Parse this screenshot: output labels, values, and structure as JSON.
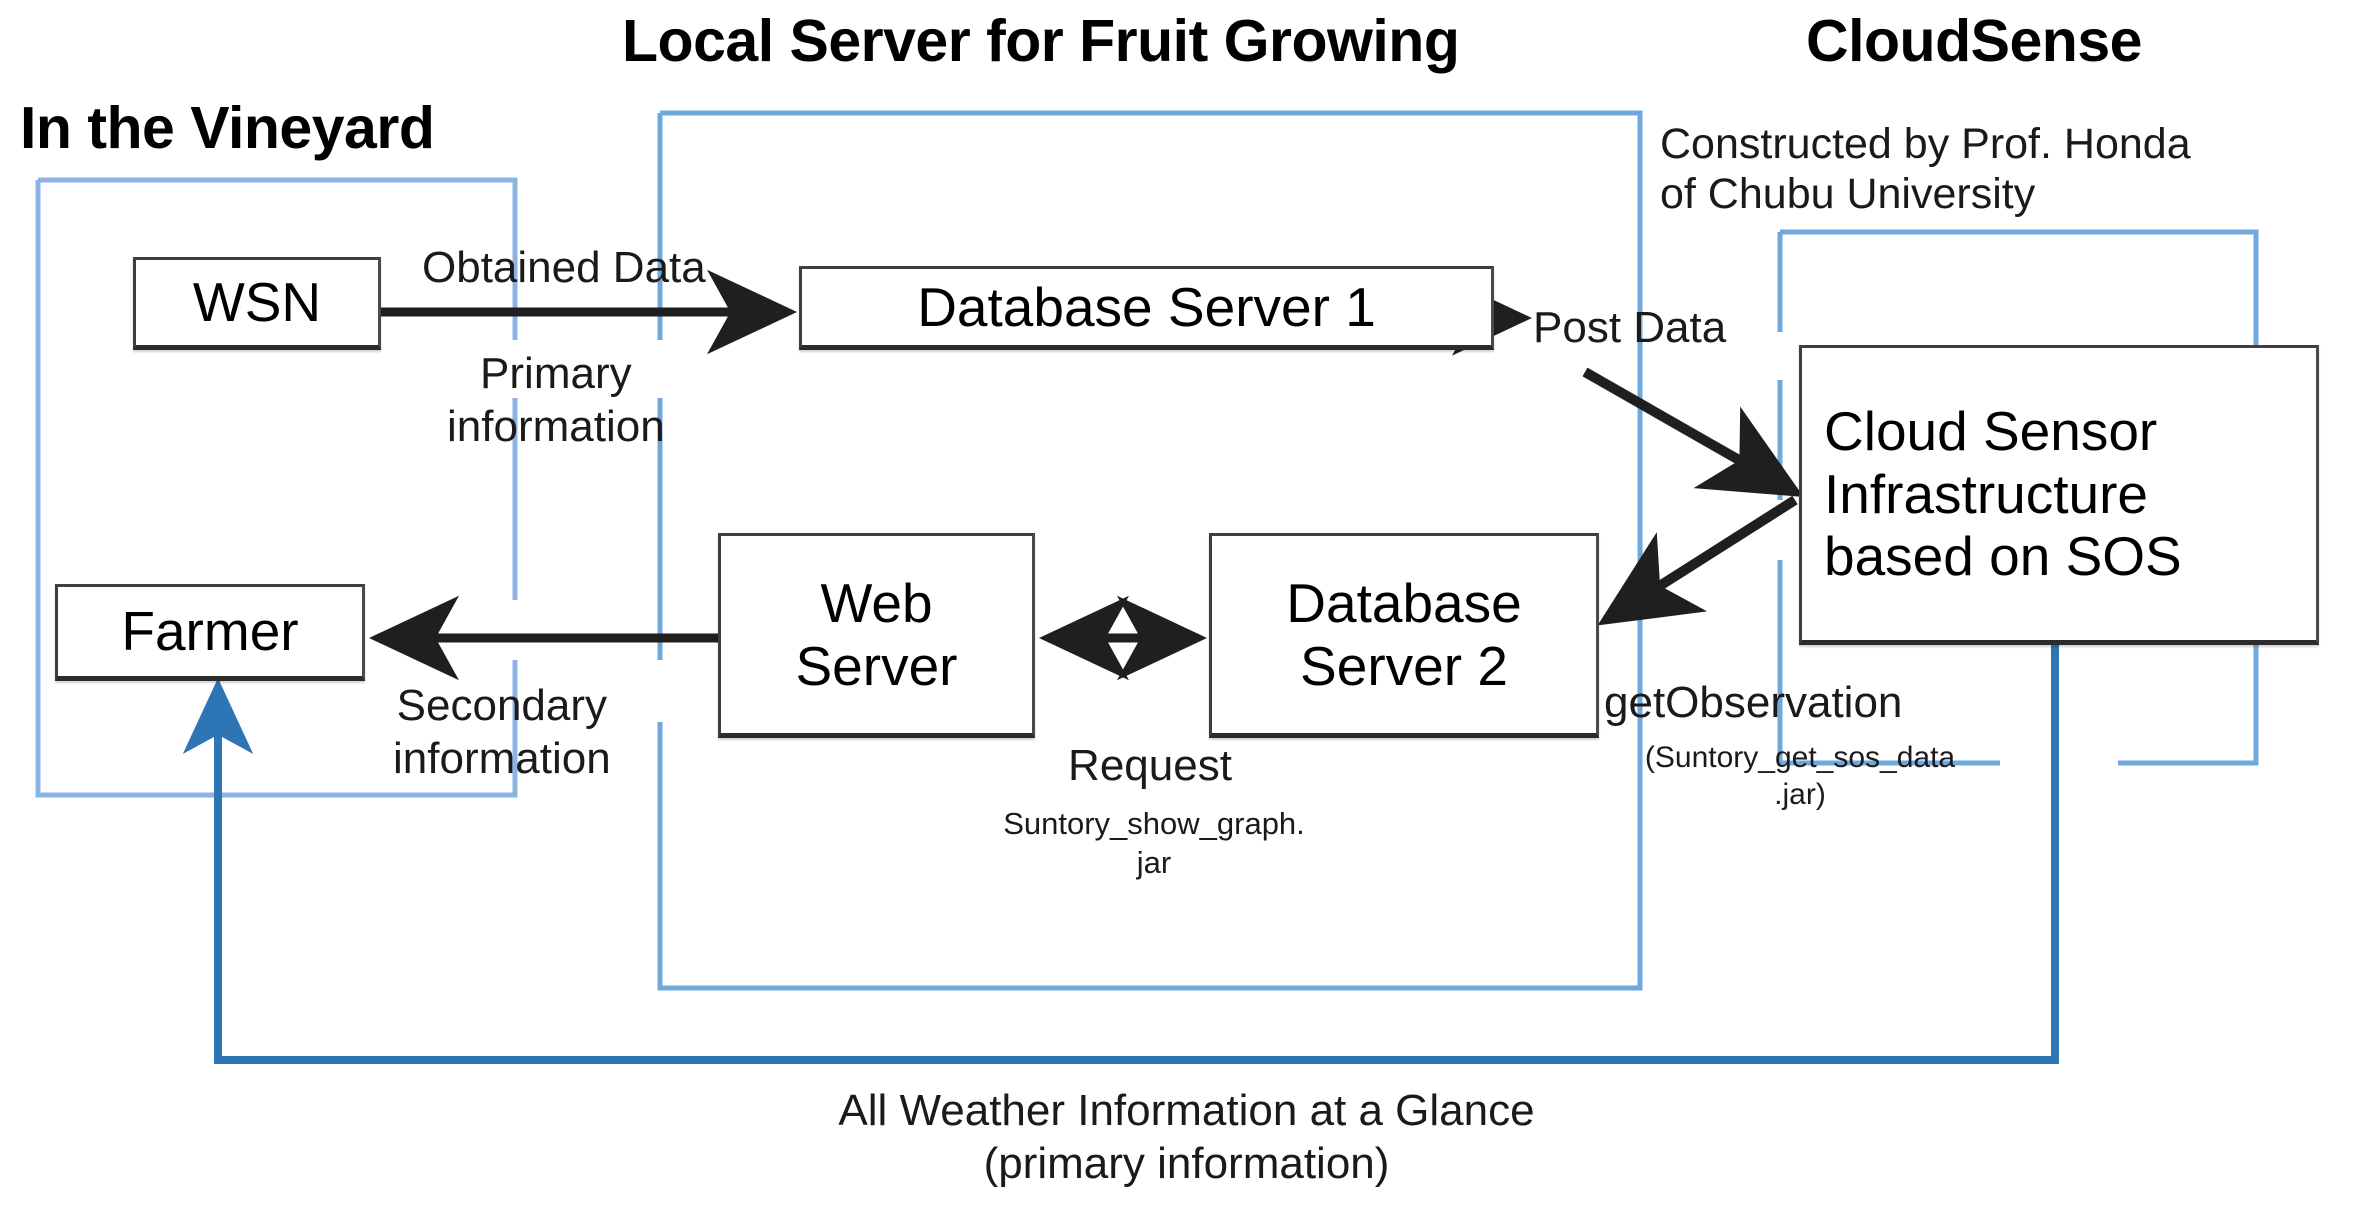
{
  "groups": {
    "vineyard": {
      "title": "In the Vineyard"
    },
    "local_server": {
      "title": "Local Server for Fruit Growing"
    },
    "cloudsense": {
      "title": "CloudSense",
      "subtitle_line1": "Constructed by Prof. Honda",
      "subtitle_line2": "of Chubu University"
    }
  },
  "nodes": {
    "wsn": {
      "label": "WSN"
    },
    "farmer": {
      "label": "Farmer"
    },
    "db1": {
      "label": "Database Server 1"
    },
    "web": {
      "line1": "Web",
      "line2": "Server"
    },
    "db2": {
      "line1": "Database",
      "line2": "Server 2"
    },
    "cloud": {
      "line1": "Cloud Sensor",
      "line2": "Infrastructure",
      "line3": "based on SOS"
    }
  },
  "edges": {
    "obtained_data": "Obtained Data",
    "primary_line1": "Primary",
    "primary_line2": "information",
    "secondary_line1": "Secondary",
    "secondary_line2": "information",
    "post_data": "Post Data",
    "request": "Request",
    "request_sub_line1": "Suntory_show_graph.",
    "request_sub_line2": "jar",
    "get_observation": "getObservation",
    "get_observation_sub_line1": "(Suntory_get_sos_data",
    "get_observation_sub_line2": ".jar)",
    "bottom_line1": "All Weather Information at a Glance",
    "bottom_line2": "(primary information)"
  },
  "colors": {
    "group_border": "#8db3e2",
    "flow_arrow": "#1f1f1f",
    "blue_connector": "#2e75b6",
    "node_border": "#3f3f3f",
    "text": "#000000"
  }
}
